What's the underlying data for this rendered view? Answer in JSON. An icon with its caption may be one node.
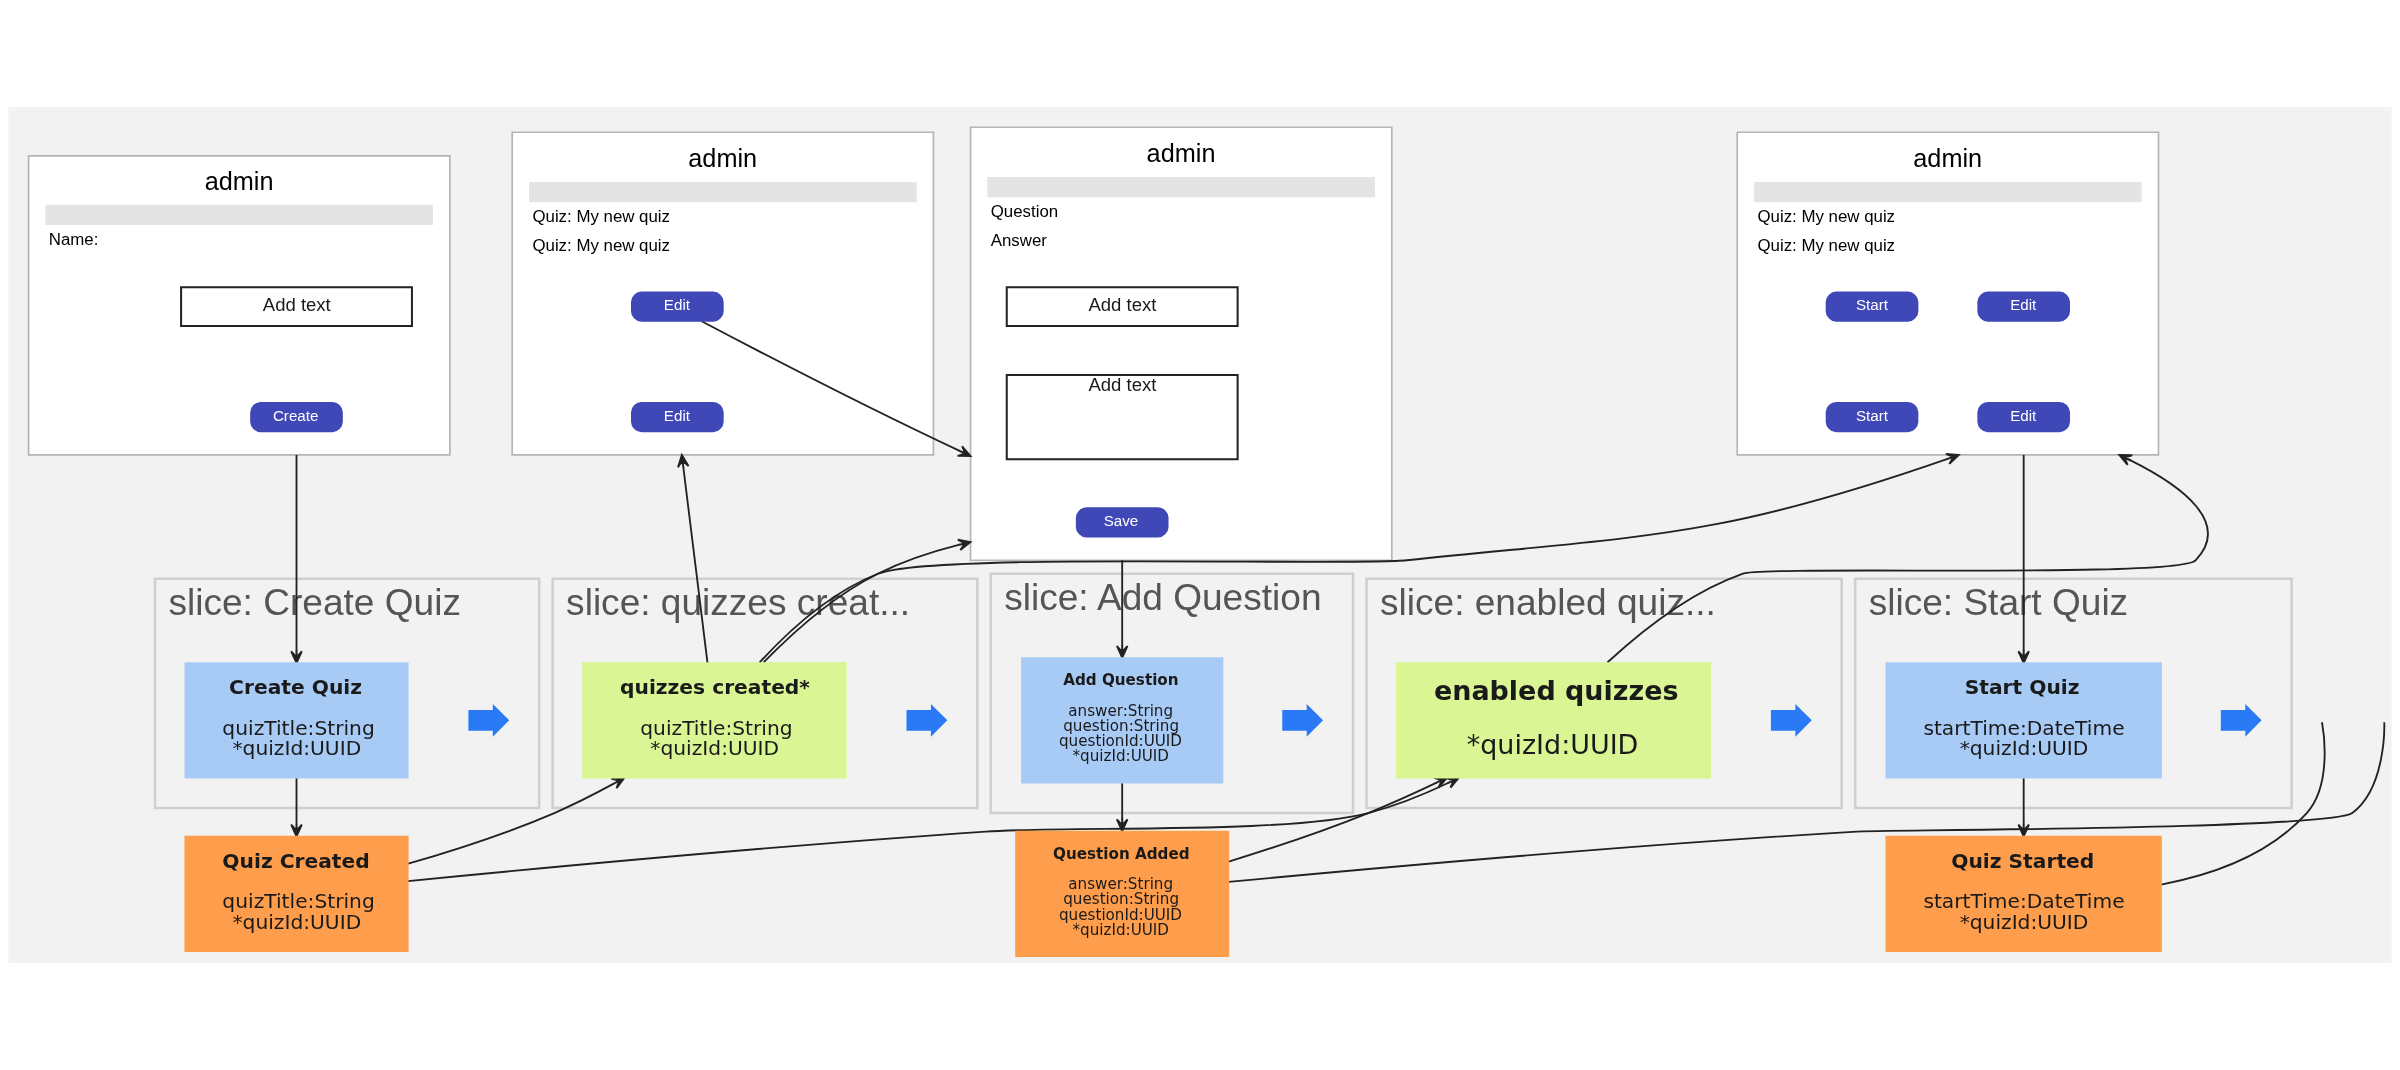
{
  "diagram": {
    "nodes": [
      {
        "text": [
          "admin",
          "Name:"
        ]
      },
      {
        "text": [
          "Add text"
        ],
        "in": 0
      },
      {
        "text": [
          "Create"
        ],
        "in": 0
      },
      {
        "text": [
          "admin",
          "Quiz: My new quiz",
          "Quiz: My new quiz"
        ]
      },
      {
        "text": [
          "Edit"
        ],
        "in": 3
      },
      {
        "text": [
          "Edit"
        ],
        "in": 3
      },
      {
        "text": [
          "admin",
          "Question",
          "Answer"
        ]
      },
      {
        "text": [
          "Add text"
        ],
        "in": 6
      },
      {
        "text": [
          "Add text"
        ],
        "in": 6
      },
      {
        "text": [
          "Save"
        ],
        "in": 6
      },
      {
        "text": [
          "admin",
          "Quiz: My new quiz",
          "Quiz: My new quiz"
        ]
      },
      {
        "text": [
          "Start"
        ],
        "in": 10
      },
      {
        "text": [
          "Edit"
        ],
        "in": 10
      },
      {
        "text": [
          "Start"
        ],
        "in": 10
      },
      {
        "text": [
          "Edit"
        ],
        "in": 10
      },
      {
        "text": [
          "slice: Create Quiz"
        ]
      },
      {
        "text": [
          "Create Quiz",
          "quizTitle:String",
          "*quizId:UUID"
        ],
        "in": 15
      },
      {
        "text": [
          "slice: quizzes creat..."
        ]
      },
      {
        "text": [
          "quizzes created*",
          "quizTitle:String",
          "*quizId:UUID"
        ],
        "in": 17
      },
      {
        "text": [
          "slice: Add Question"
        ]
      },
      {
        "text": [
          "Add Question",
          "answer:String",
          "question:String",
          "questionId:UUID",
          "*quizId:UUID"
        ],
        "in": 19
      },
      {
        "text": [
          "slice: enabled quiz..."
        ]
      },
      {
        "text": [
          "enabled quizzes",
          "*quizId:UUID"
        ],
        "in": 21
      },
      {
        "text": [
          "slice: Start Quiz"
        ]
      },
      {
        "text": [
          "Start Quiz",
          "startTime:DateTime",
          "*quizId:UUID"
        ],
        "in": 23
      },
      {
        "text": [
          "Quiz Created",
          "quizTitle:String",
          "*quizId:UUID"
        ]
      },
      {
        "text": [
          "Question Added",
          "answer:String",
          "question:String",
          "questionId:UUID",
          "*quizId:UUID"
        ]
      },
      {
        "text": [
          "Quiz Started",
          "startTime:DateTime",
          "*quizId:UUID"
        ]
      }
    ],
    "edges": [
      {
        "from": 0,
        "to": 16,
        "arrow": "to"
      },
      {
        "from": 4,
        "to": 6,
        "arrow": "to"
      },
      {
        "from": 18,
        "to": 3,
        "arrow": "to"
      },
      {
        "from": 18,
        "to": 6,
        "arrow": "to"
      },
      {
        "from": 18,
        "to": 10,
        "arrow": "to"
      },
      {
        "from": 6,
        "to": 20,
        "arrow": "to"
      },
      {
        "from": 22,
        "to": 10,
        "arrow": "to"
      },
      {
        "from": 10,
        "to": 24,
        "arrow": "to"
      },
      {
        "from": 16,
        "to": 25,
        "arrow": "to"
      },
      {
        "from": 25,
        "to": 18,
        "arrow": "to"
      },
      {
        "from": 25,
        "to": 22,
        "arrow": "to"
      },
      {
        "from": 20,
        "to": 26,
        "arrow": "to"
      },
      {
        "from": 26,
        "to": 22,
        "arrow": "to"
      },
      {
        "from": 26,
        "to": null,
        "arrow": "none"
      },
      {
        "from": 24,
        "to": 27,
        "arrow": "to"
      },
      {
        "from": 27,
        "to": null,
        "arrow": "none"
      }
    ]
  }
}
